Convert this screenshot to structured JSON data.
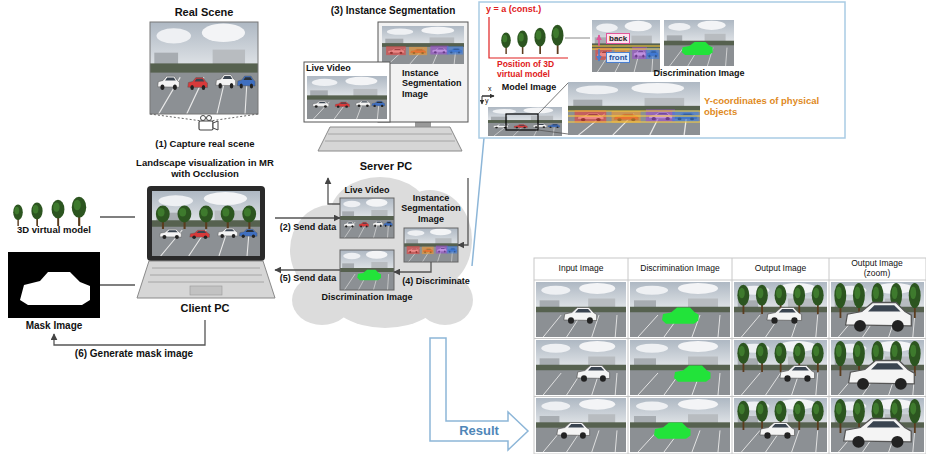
{
  "diagram": {
    "nodes": [
      {
        "text": [
          "Real Scene"
        ]
      },
      {
        "text": [
          "Landscape visualization in MR with Occlusion",
          "Client PC"
        ]
      },
      {
        "text": [
          "3D virtual model"
        ]
      },
      {
        "text": [
          "Mask Image"
        ]
      },
      {
        "text": [
          "Server PC"
        ]
      },
      {
        "text": [
          "Live Video"
        ],
        "in": 4
      },
      {
        "text": [
          "Instance Segmentation Image"
        ],
        "in": 4
      },
      {
        "text": [
          "Live Video"
        ]
      },
      {
        "text": [
          "Instance Segmentation Image"
        ]
      },
      {
        "text": [
          "Discrimination Image"
        ]
      },
      {
        "text": [
          "Model Image"
        ]
      },
      {
        "text": [
          "Discrimination Image"
        ]
      }
    ],
    "edges": [
      {
        "from": 2,
        "to": 1,
        "arrow": "none"
      },
      {
        "from": 3,
        "to": 1,
        "arrow": "none"
      },
      {
        "from": 1,
        "to": 7,
        "label": "(2) Send data",
        "arrow": "to"
      },
      {
        "from": 7,
        "to": 4,
        "arrow": "to"
      },
      {
        "from": 4,
        "to": 8,
        "arrow": "to"
      },
      {
        "from": 8,
        "to": 9,
        "label": "(4) Discriminate",
        "arrow": "to"
      },
      {
        "from": 9,
        "to": 1,
        "label": "(5) Send data",
        "arrow": "to"
      },
      {
        "from": 1,
        "to": 3,
        "label": "(6) Generate mask image",
        "arrow": "to"
      }
    ],
    "labels": [
      "(1) Capture real scene",
      "(3) Instance Segmentation",
      "Result",
      "y = a (const.)",
      "Position of 3D virtual model",
      "back",
      "front",
      "y",
      "x",
      "Y-coordinates of physical objects",
      "Input Image",
      "Discrimination Image",
      "Output Image",
      "Output Image (zoom)"
    ]
  }
}
